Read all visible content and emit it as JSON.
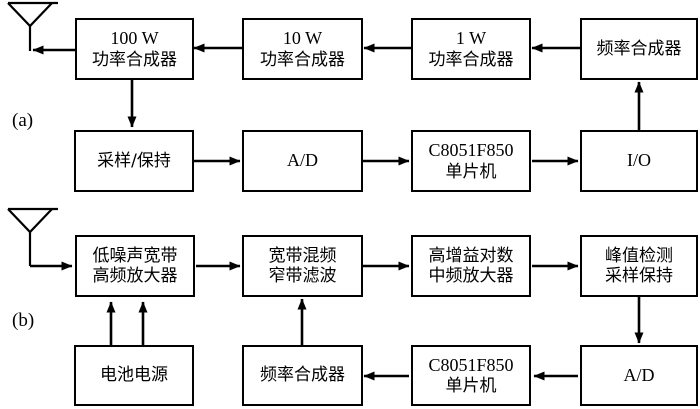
{
  "figure": {
    "type": "block-diagram",
    "background_color": "#ffffff",
    "line_color": "#000000",
    "panels": [
      {
        "id": "a",
        "label": "(a)",
        "role": "transmitter-chain",
        "blocks": [
          {
            "id": "a-antenna",
            "kind": "antenna",
            "lines": []
          },
          {
            "id": "a-pa100",
            "kind": "box",
            "lines": [
              "100 W",
              "功率合成器"
            ],
            "line_scripts": [
              "latin",
              "cjk"
            ]
          },
          {
            "id": "a-pa10",
            "kind": "box",
            "lines": [
              "10 W",
              "功率合成器"
            ],
            "line_scripts": [
              "latin",
              "cjk"
            ]
          },
          {
            "id": "a-pa1",
            "kind": "box",
            "lines": [
              "1 W",
              "功率合成器"
            ],
            "line_scripts": [
              "latin",
              "cjk"
            ]
          },
          {
            "id": "a-synth",
            "kind": "box",
            "lines": [
              "频率合成器"
            ],
            "line_scripts": [
              "cjk"
            ]
          },
          {
            "id": "a-sh",
            "kind": "box",
            "lines": [
              "采样/保持"
            ],
            "line_scripts": [
              "cjk"
            ]
          },
          {
            "id": "a-adc",
            "kind": "box",
            "lines": [
              "A/D"
            ],
            "line_scripts": [
              "latin"
            ]
          },
          {
            "id": "a-mcu",
            "kind": "box",
            "lines": [
              "C8051F850",
              "单片机"
            ],
            "line_scripts": [
              "latin",
              "cjk"
            ]
          },
          {
            "id": "a-io",
            "kind": "box",
            "lines": [
              "I/O"
            ],
            "line_scripts": [
              "latin"
            ]
          }
        ],
        "connections": [
          {
            "from": "a-pa100",
            "to": "a-antenna",
            "direction": "left"
          },
          {
            "from": "a-pa10",
            "to": "a-pa100",
            "direction": "left"
          },
          {
            "from": "a-pa1",
            "to": "a-pa10",
            "direction": "left"
          },
          {
            "from": "a-synth",
            "to": "a-pa1",
            "direction": "left"
          },
          {
            "from": "a-pa100",
            "to": "a-sh",
            "direction": "down"
          },
          {
            "from": "a-sh",
            "to": "a-adc",
            "direction": "right"
          },
          {
            "from": "a-adc",
            "to": "a-mcu",
            "direction": "right"
          },
          {
            "from": "a-mcu",
            "to": "a-io",
            "direction": "right"
          },
          {
            "from": "a-io",
            "to": "a-synth",
            "direction": "up"
          }
        ]
      },
      {
        "id": "b",
        "label": "(b)",
        "role": "receiver-chain",
        "blocks": [
          {
            "id": "b-antenna",
            "kind": "antenna",
            "lines": []
          },
          {
            "id": "b-lna",
            "kind": "box",
            "lines": [
              "低噪声宽带",
              "高频放大器"
            ],
            "line_scripts": [
              "cjk",
              "cjk"
            ]
          },
          {
            "id": "b-mixer",
            "kind": "box",
            "lines": [
              "宽带混频",
              "窄带滤波"
            ],
            "line_scripts": [
              "cjk",
              "cjk"
            ]
          },
          {
            "id": "b-ifamp",
            "kind": "box",
            "lines": [
              "高增益对数",
              "中频放大器"
            ],
            "line_scripts": [
              "cjk",
              "cjk"
            ]
          },
          {
            "id": "b-peak",
            "kind": "box",
            "lines": [
              "峰值检测",
              "采样保持"
            ],
            "line_scripts": [
              "cjk",
              "cjk"
            ]
          },
          {
            "id": "b-battery",
            "kind": "box",
            "lines": [
              "电池电源"
            ],
            "line_scripts": [
              "cjk"
            ]
          },
          {
            "id": "b-synth",
            "kind": "box",
            "lines": [
              "频率合成器"
            ],
            "line_scripts": [
              "cjk"
            ]
          },
          {
            "id": "b-mcu",
            "kind": "box",
            "lines": [
              "C8051F850",
              "单片机"
            ],
            "line_scripts": [
              "latin",
              "cjk"
            ]
          },
          {
            "id": "b-adc",
            "kind": "box",
            "lines": [
              "A/D"
            ],
            "line_scripts": [
              "latin"
            ]
          }
        ],
        "connections": [
          {
            "from": "b-antenna",
            "to": "b-lna",
            "direction": "right"
          },
          {
            "from": "b-lna",
            "to": "b-mixer",
            "direction": "right"
          },
          {
            "from": "b-mixer",
            "to": "b-ifamp",
            "direction": "right"
          },
          {
            "from": "b-ifamp",
            "to": "b-peak",
            "direction": "right"
          },
          {
            "from": "b-peak",
            "to": "b-adc",
            "direction": "down"
          },
          {
            "from": "b-adc",
            "to": "b-mcu",
            "direction": "left"
          },
          {
            "from": "b-mcu",
            "to": "b-synth",
            "direction": "left"
          },
          {
            "from": "b-synth",
            "to": "b-mixer",
            "direction": "up"
          },
          {
            "from": "b-battery",
            "to": "b-lna",
            "direction": "up"
          },
          {
            "from": "b-battery",
            "to": "b-lna",
            "direction": "up"
          }
        ]
      }
    ]
  },
  "panel_a": {
    "label": "(a)",
    "pa100": {
      "l1": "100 W",
      "l2": "功率合成器"
    },
    "pa10": {
      "l1": "10 W",
      "l2": "功率合成器"
    },
    "pa1": {
      "l1": "1 W",
      "l2": "功率合成器"
    },
    "synth": {
      "l1": "频率合成器"
    },
    "sh": {
      "l1": "采样/保持"
    },
    "adc": {
      "l1": "A/D"
    },
    "mcu": {
      "l1": "C8051F850",
      "l2": "单片机"
    },
    "io": {
      "l1": "I/O"
    }
  },
  "panel_b": {
    "label": "(b)",
    "lna": {
      "l1": "低噪声宽带",
      "l2": "高频放大器"
    },
    "mixer": {
      "l1": "宽带混频",
      "l2": "窄带滤波"
    },
    "ifamp": {
      "l1": "高增益对数",
      "l2": "中频放大器"
    },
    "peak": {
      "l1": "峰值检测",
      "l2": "采样保持"
    },
    "battery": {
      "l1": "电池电源"
    },
    "synth": {
      "l1": "频率合成器"
    },
    "mcu": {
      "l1": "C8051F850",
      "l2": "单片机"
    },
    "adc": {
      "l1": "A/D"
    }
  }
}
